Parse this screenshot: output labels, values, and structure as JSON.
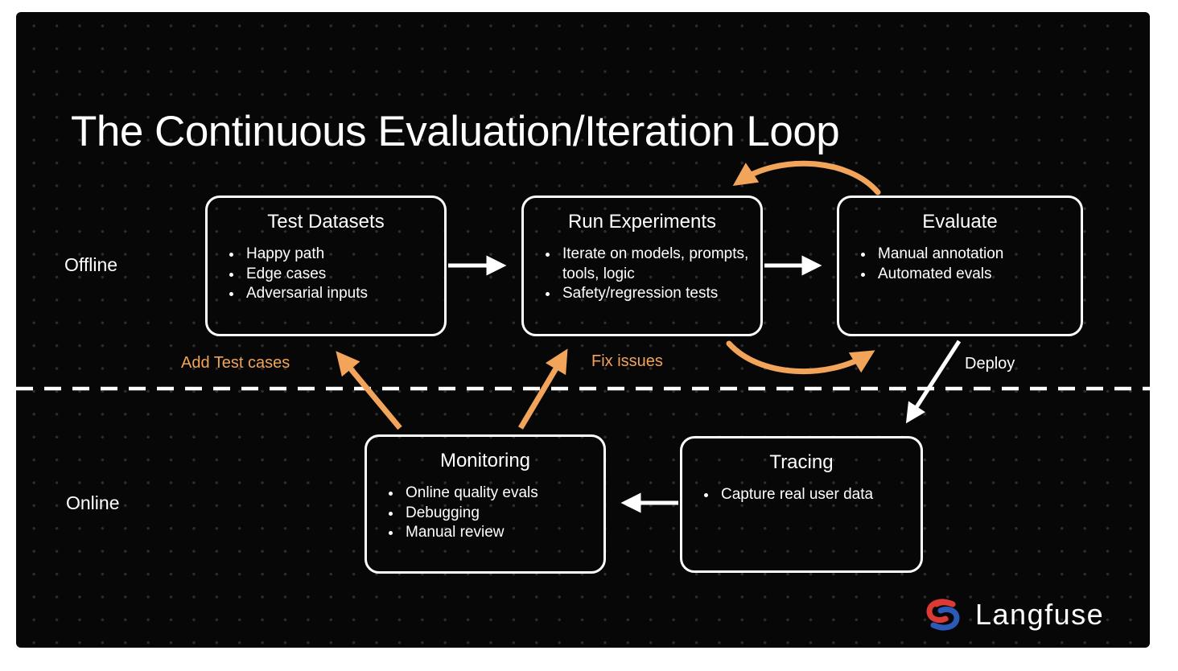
{
  "title": "The Continuous Evaluation/Iteration Loop",
  "sections": {
    "offline_label": "Offline",
    "online_label": "Online"
  },
  "boxes": [
    {
      "id": "test-datasets",
      "title": "Test Datasets",
      "bullets": [
        "Happy path",
        "Edge cases",
        "Adversarial inputs"
      ]
    },
    {
      "id": "run-experiments",
      "title": "Run Experiments",
      "bullets": [
        "Iterate on models, prompts, tools, logic",
        "Safety/regression tests"
      ]
    },
    {
      "id": "evaluate",
      "title": "Evaluate",
      "bullets": [
        "Manual annotation",
        "Automated evals"
      ]
    },
    {
      "id": "monitoring",
      "title": "Monitoring",
      "bullets": [
        "Online quality evals",
        "Debugging",
        "Manual review"
      ]
    },
    {
      "id": "tracing",
      "title": "Tracing",
      "bullets": [
        "Capture real user data"
      ]
    }
  ],
  "edge_labels": {
    "add_test_cases": "Add Test cases",
    "fix_issues": "Fix issues",
    "deploy": "Deploy"
  },
  "logo": {
    "text": "Langfuse"
  },
  "colors": {
    "slide_background": "#070707",
    "dot_grid": "#2d2d2d",
    "box_border": "#FFFFFF",
    "arrow_white": "#FFFFFF",
    "arrow_orange": "#F2A45A",
    "logo_red": "#DC3A34",
    "logo_blue": "#2D5AB8"
  }
}
